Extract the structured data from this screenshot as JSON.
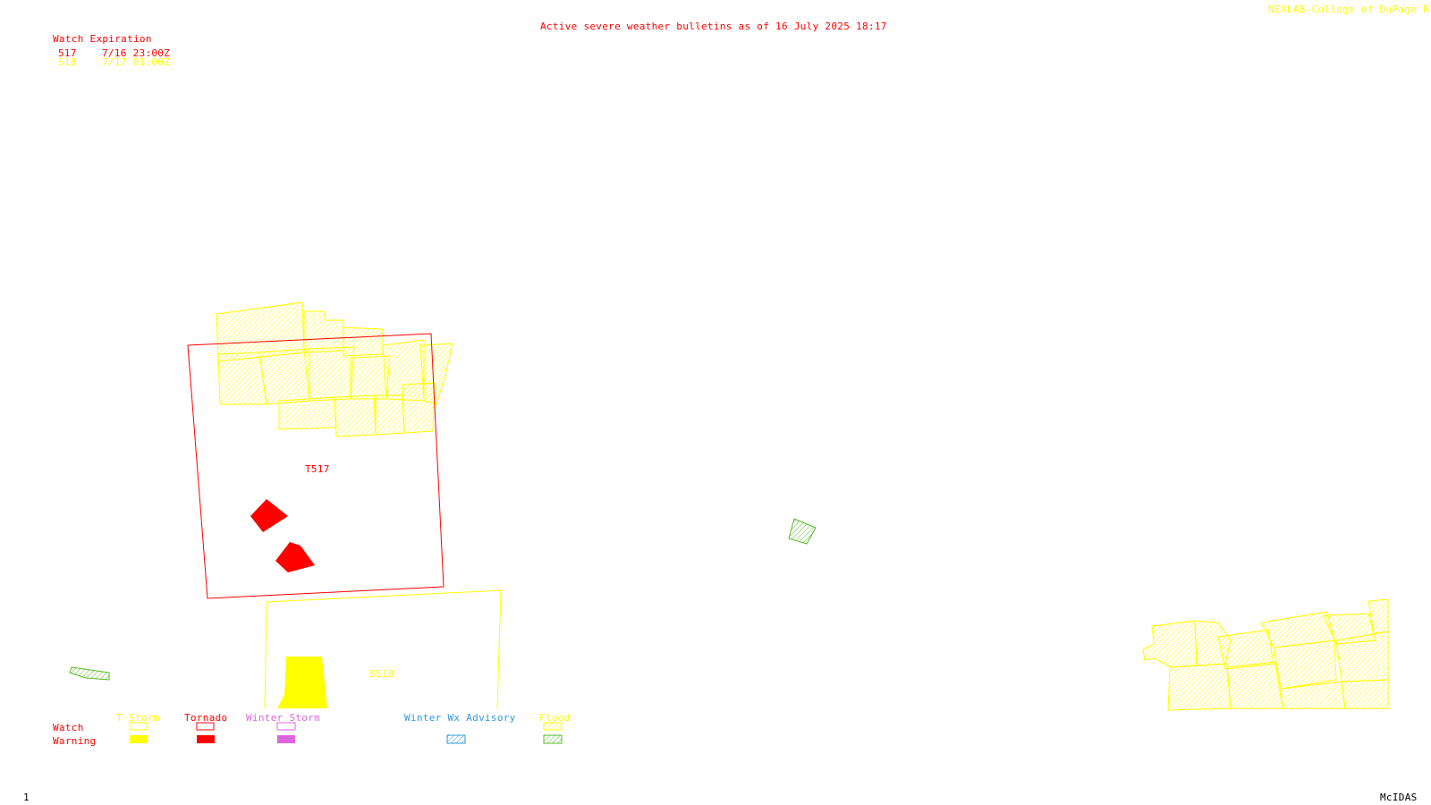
{
  "header": {
    "title": "Active severe weather bulletins as of 16 July 2025 18:17",
    "credit": "NEXLAB-College of DuPage",
    "credit_icon": "R"
  },
  "watch_expiration": {
    "heading": "Watch Expiration",
    "rows": [
      {
        "id": "517",
        "time": "7/16 23:00Z",
        "color": "#ff0000"
      },
      {
        "id": "518",
        "time": "7/17 01:00Z",
        "color": "#ffff00"
      }
    ]
  },
  "map_labels": {
    "tornado_watch": "T517",
    "tstorm_watch": "S518"
  },
  "legend": {
    "row_watch": "Watch",
    "row_warning": "Warning",
    "categories": [
      {
        "label": "T-Storm",
        "color": "#ffff00"
      },
      {
        "label": "Tornado",
        "color": "#ff0000"
      },
      {
        "label": "Winter Storm",
        "color": "#dd66dd"
      },
      {
        "label": "Winter Wx Advisory",
        "color": "#3399dd"
      },
      {
        "label": "Flood",
        "color": "#99dd22"
      }
    ]
  },
  "footer": {
    "frame": "1",
    "software": "McIDAS"
  },
  "colors": {
    "tornado": "#ff0000",
    "tstorm": "#ffff00",
    "flood": "#66cc22"
  }
}
